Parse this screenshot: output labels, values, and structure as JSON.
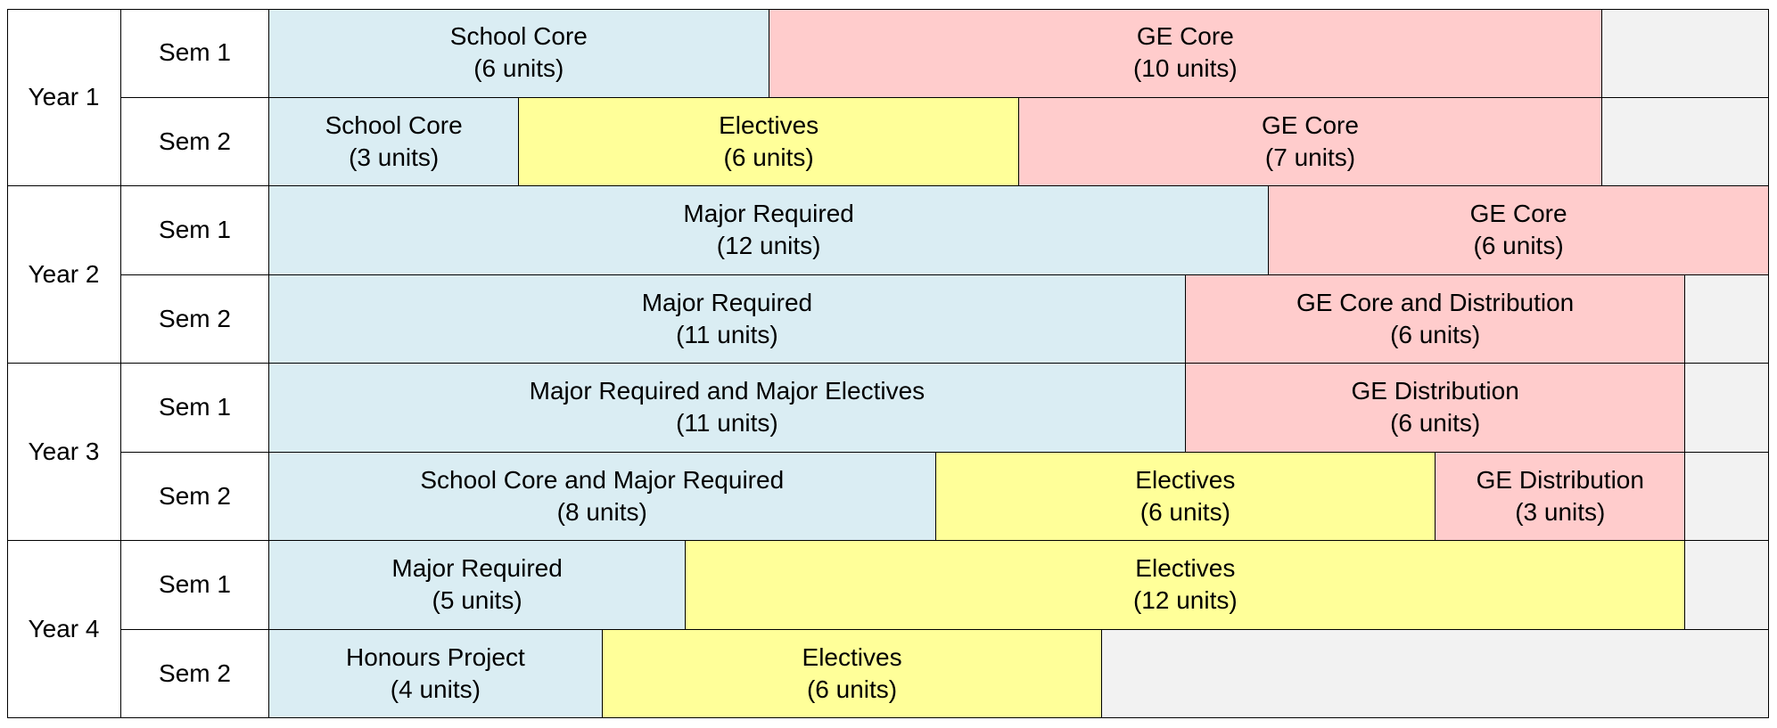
{
  "colors": {
    "school_major": "#daedf3",
    "ge": "#ffcccc",
    "electives": "#ffff99",
    "empty": "#f2f2f2"
  },
  "years": [
    {
      "label": "Year 1",
      "semesters": [
        {
          "label": "Sem 1",
          "blocks": [
            {
              "title": "School Core",
              "units_label": "(6 units)",
              "units": 6,
              "category": "school_major"
            },
            {
              "title": "GE Core",
              "units_label": "(10 units)",
              "units": 10,
              "category": "ge"
            },
            {
              "title": "",
              "units_label": "",
              "units": 2,
              "category": "empty"
            }
          ]
        },
        {
          "label": "Sem 2",
          "blocks": [
            {
              "title": "School Core",
              "units_label": "(3 units)",
              "units": 3,
              "category": "school_major"
            },
            {
              "title": "Electives",
              "units_label": "(6 units)",
              "units": 6,
              "category": "electives"
            },
            {
              "title": "GE Core",
              "units_label": "(7 units)",
              "units": 7,
              "category": "ge"
            },
            {
              "title": "",
              "units_label": "",
              "units": 2,
              "category": "empty"
            }
          ]
        }
      ]
    },
    {
      "label": "Year 2",
      "semesters": [
        {
          "label": "Sem 1",
          "blocks": [
            {
              "title": "Major Required",
              "units_label": "(12 units)",
              "units": 12,
              "category": "school_major"
            },
            {
              "title": "GE Core",
              "units_label": "(6 units)",
              "units": 6,
              "category": "ge"
            }
          ]
        },
        {
          "label": "Sem 2",
          "blocks": [
            {
              "title": "Major Required",
              "units_label": "(11 units)",
              "units": 11,
              "category": "school_major"
            },
            {
              "title": "GE Core and Distribution",
              "units_label": "(6 units)",
              "units": 6,
              "category": "ge"
            },
            {
              "title": "",
              "units_label": "",
              "units": 1,
              "category": "empty"
            }
          ]
        }
      ]
    },
    {
      "label": "Year 3",
      "semesters": [
        {
          "label": "Sem 1",
          "blocks": [
            {
              "title": "Major Required and Major Electives",
              "units_label": "(11 units)",
              "units": 11,
              "category": "school_major"
            },
            {
              "title": "GE Distribution",
              "units_label": "(6 units)",
              "units": 6,
              "category": "ge"
            },
            {
              "title": "",
              "units_label": "",
              "units": 1,
              "category": "empty"
            }
          ]
        },
        {
          "label": "Sem 2",
          "blocks": [
            {
              "title": "School Core and Major Required",
              "units_label": "(8 units)",
              "units": 8,
              "category": "school_major"
            },
            {
              "title": "Electives",
              "units_label": "(6 units)",
              "units": 6,
              "category": "electives"
            },
            {
              "title": "GE Distribution",
              "units_label": "(3 units)",
              "units": 3,
              "category": "ge"
            },
            {
              "title": "",
              "units_label": "",
              "units": 1,
              "category": "empty"
            }
          ]
        }
      ]
    },
    {
      "label": "Year 4",
      "semesters": [
        {
          "label": "Sem 1",
          "blocks": [
            {
              "title": "Major Required",
              "units_label": "(5 units)",
              "units": 5,
              "category": "school_major"
            },
            {
              "title": "Electives",
              "units_label": "(12 units)",
              "units": 12,
              "category": "electives"
            },
            {
              "title": "",
              "units_label": "",
              "units": 1,
              "category": "empty"
            }
          ]
        },
        {
          "label": "Sem 2",
          "blocks": [
            {
              "title": "Honours Project",
              "units_label": "(4 units)",
              "units": 4,
              "category": "school_major"
            },
            {
              "title": "Electives",
              "units_label": "(6 units)",
              "units": 6,
              "category": "electives"
            },
            {
              "title": "",
              "units_label": "",
              "units": 8,
              "category": "empty"
            }
          ]
        }
      ]
    }
  ]
}
